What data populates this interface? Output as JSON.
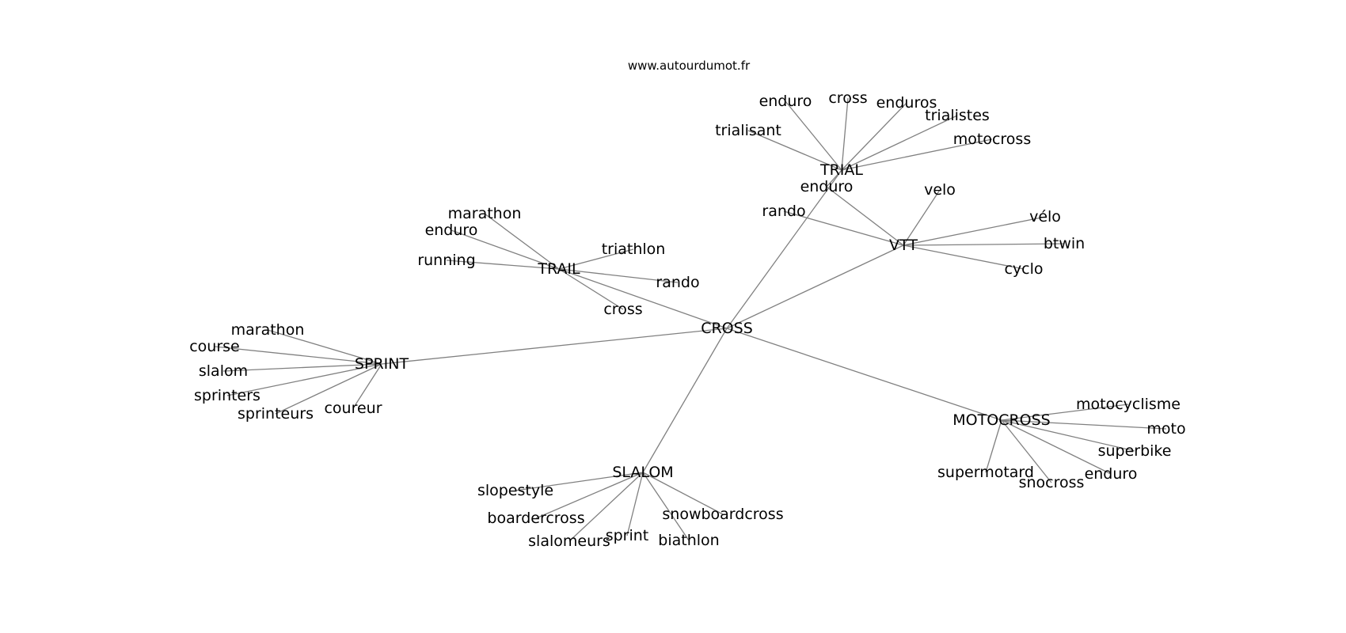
{
  "site_title": "www.autourdumot.fr",
  "graph": {
    "center": "CROSS",
    "hubs": [
      {
        "id": "trail",
        "label": "TRAIL",
        "leaves": [
          "marathon",
          "enduro",
          "running",
          "triathlon",
          "rando",
          "cross"
        ]
      },
      {
        "id": "trial",
        "label": "TRIAL",
        "leaves": [
          "enduro",
          "cross",
          "enduros",
          "trialistes",
          "motocross",
          "trialisant",
          "enduro"
        ]
      },
      {
        "id": "vtt",
        "label": "VTT",
        "leaves": [
          "velo",
          "vélo",
          "btwin",
          "cyclo",
          "rando",
          "enduro"
        ]
      },
      {
        "id": "sprint",
        "label": "SPRINT",
        "leaves": [
          "marathon",
          "course",
          "slalom",
          "sprinters",
          "sprinteurs",
          "coureur"
        ]
      },
      {
        "id": "motocross",
        "label": "MOTOCROSS",
        "leaves": [
          "motocyclisme",
          "moto",
          "superbike",
          "enduro",
          "snocross",
          "supermotard"
        ]
      },
      {
        "id": "slalom",
        "label": "SLALOM",
        "leaves": [
          "slopestyle",
          "boardercross",
          "slalomeurs",
          "sprint",
          "biathlon",
          "snowboardcross"
        ]
      }
    ]
  }
}
